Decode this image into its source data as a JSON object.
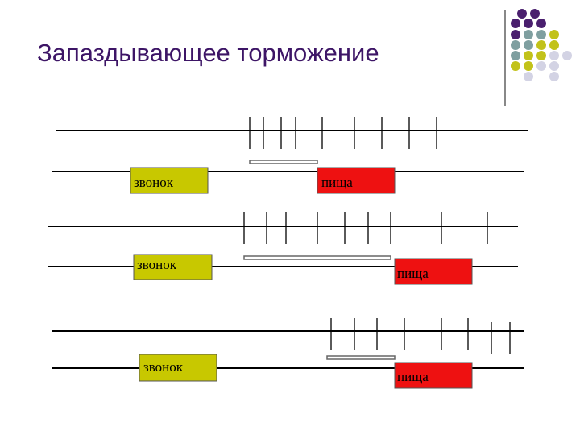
{
  "title": "Запаздывающее торможение",
  "colors": {
    "title": "#3d1566",
    "bell_box": "#c8c800",
    "food_box": "#ee1111",
    "line": "#000000",
    "delay_bar": "#666666",
    "dot_purple": "#4a1f6e",
    "dot_teal": "#7f9fa0",
    "dot_olive": "#c2c21a",
    "dot_lilac": "#d3d3e4"
  },
  "decor": {
    "icon": "dot-grid-icon"
  },
  "diagrams": [
    {
      "bell_label": "звонок",
      "food_label": "пища"
    },
    {
      "bell_label": "звонок",
      "food_label": "пища"
    },
    {
      "bell_label": "звонок",
      "food_label": "пища"
    }
  ]
}
